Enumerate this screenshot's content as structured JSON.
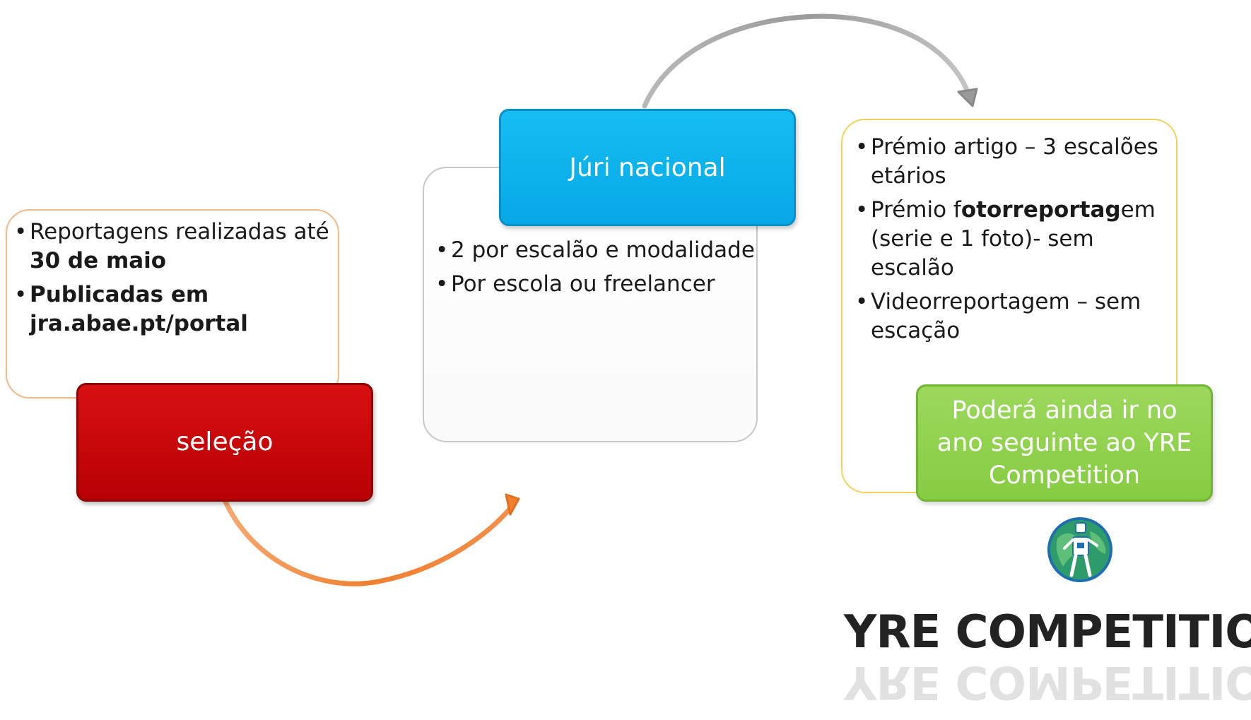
{
  "stages": {
    "selection": {
      "label": "seleção",
      "bullets": [
        {
          "normal": "Reportagens realizadas até ",
          "bold": "30 de maio",
          "tail": ""
        },
        {
          "normal": "",
          "bold": "Publicadas em jra.abae.pt/portal",
          "tail": ""
        }
      ]
    },
    "jury": {
      "label": "Júri nacional",
      "bullets": [
        {
          "normal": "2 por escalão e modalidade",
          "bold": "",
          "tail": ""
        },
        {
          "normal": "Por escola ou freelancer",
          "bold": "",
          "tail": ""
        }
      ]
    },
    "prizes": {
      "label": "Poderá ainda ir no ano seguinte ao YRE Competition",
      "bullets": [
        {
          "normal": "Prémio artigo – 3 escalões etários",
          "bold": "",
          "tail": ""
        },
        {
          "normal": "Prémio f",
          "bold": "otorreportag",
          "tail": "em (serie e 1 foto)- sem escalão"
        },
        {
          "normal": "Videorreportagem – sem escação",
          "bold": "",
          "tail": ""
        }
      ]
    }
  },
  "logo": {
    "text": "YRE COMPETITION",
    "icon": "globe-person-icon"
  },
  "colors": {
    "selection": "#c00000",
    "jury": "#00b0f0",
    "prizes": "#92d050",
    "arrow_orange": "#f08030",
    "arrow_gray": "#a0a0a0"
  }
}
